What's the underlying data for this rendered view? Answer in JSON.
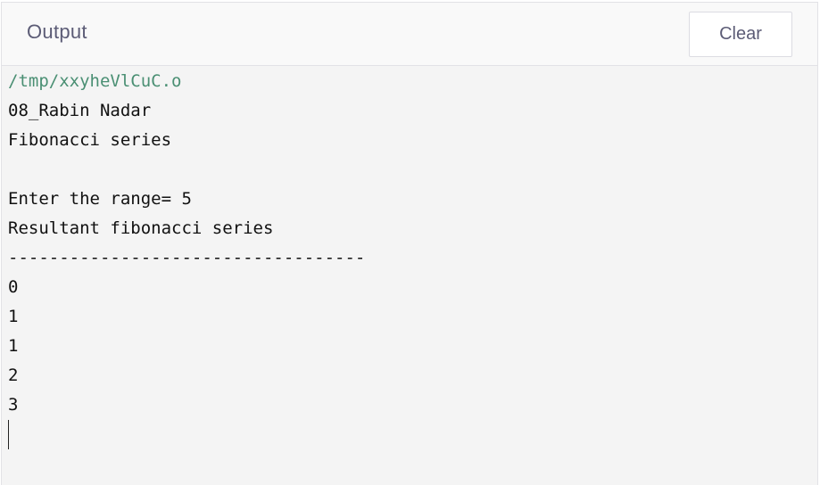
{
  "header": {
    "title": "Output",
    "clear_label": "Clear"
  },
  "console": {
    "path_line": "/tmp/xxyheVlCuC.o",
    "lines": [
      "08_Rabin Nadar",
      "Fibonacci series",
      "",
      "Enter the range= 5",
      "Resultant fibonacci series",
      "-----------------------------------",
      "0",
      "1",
      "1",
      "2",
      "3"
    ]
  },
  "colors": {
    "path_text": "#4a8f73",
    "header_text": "#5c5c76",
    "console_background": "#f4f4f4"
  }
}
